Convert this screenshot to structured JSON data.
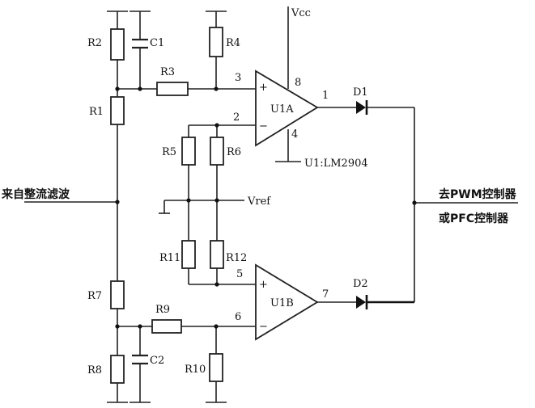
{
  "components": {
    "r1": "R1",
    "r2": "R2",
    "r3": "R3",
    "r4": "R4",
    "r5": "R5",
    "r6": "R6",
    "r7": "R7",
    "r8": "R8",
    "r9": "R9",
    "r10": "R10",
    "r11": "R11",
    "r12": "R12",
    "c1": "C1",
    "c2": "C2",
    "d1": "D1",
    "d2": "D2",
    "u1a": "U1A",
    "u1b": "U1B"
  },
  "pins": {
    "p1": "1",
    "p2": "2",
    "p3": "3",
    "p4": "4",
    "p5": "5",
    "p6": "6",
    "p7": "7",
    "p8": "8",
    "plus": "+",
    "minus": "−"
  },
  "nets": {
    "vcc": "Vcc",
    "vref": "Vref",
    "ic_note": "U1:LM2904",
    "input_label": "来自整流滤波",
    "output_label_1": "去PWM控制器",
    "output_label_2": "或PFC控制器"
  }
}
